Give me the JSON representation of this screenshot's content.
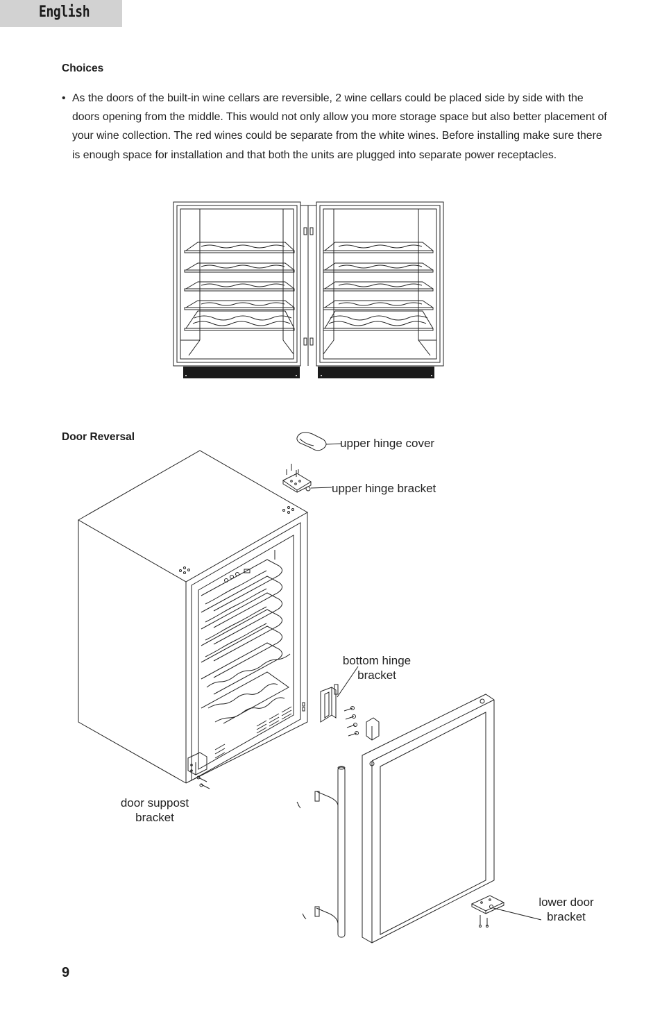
{
  "header": {
    "language_tab": "English"
  },
  "choices": {
    "heading": "Choices",
    "bullet_symbol": "•",
    "text": "As the doors of the built-in wine cellars are reversible, 2 wine cellars could be placed side by side with the doors opening from the middle. This would not only allow you more storage space but also better placement of your wine collection. The red wines could be separate from the white wines. Before installing make sure there is enough space for installation and that both the units are plugged into separate power receptacles."
  },
  "door_reversal": {
    "heading": "Door Reversal",
    "labels": {
      "upper_hinge_cover": "upper hinge cover",
      "upper_hinge_bracket": "upper hinge bracket",
      "bottom_hinge_bracket_line1": "bottom hinge",
      "bottom_hinge_bracket_line2": "bracket",
      "door_support_bracket_line1": "door suppost",
      "door_support_bracket_line2": "bracket",
      "lower_door_bracket_line1": "lower door",
      "lower_door_bracket_line2": "bracket"
    }
  },
  "footer": {
    "page_number": "9"
  }
}
